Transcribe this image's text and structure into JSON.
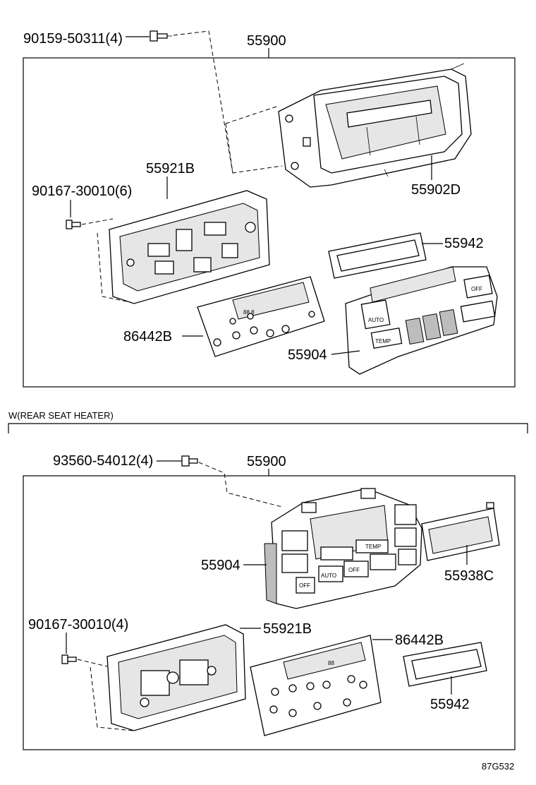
{
  "top_section": {
    "labels": {
      "bolt": "90159-50311(4)",
      "assembly": "55900",
      "bracket": "55902D",
      "board": "55921B",
      "screw": "90167-30010(6)",
      "gasket": "55942",
      "pcb": "86442B",
      "panel": "55904"
    },
    "panel_text": {
      "auto": "AUTO",
      "temp": "TEMP",
      "off": "OFF"
    }
  },
  "bottom_section": {
    "header": "W(REAR SEAT HEATER)",
    "labels": {
      "bolt": "93560-54012(4)",
      "assembly": "55900",
      "panel": "55904",
      "lens": "55938C",
      "screw": "90167-30010(4)",
      "board": "55921B",
      "pcb": "86442B",
      "gasket": "55942"
    },
    "panel_text": {
      "auto": "AUTO",
      "temp": "TEMP",
      "off": "OFF",
      "off2": "OFF"
    }
  },
  "diagram_code": "87G532"
}
